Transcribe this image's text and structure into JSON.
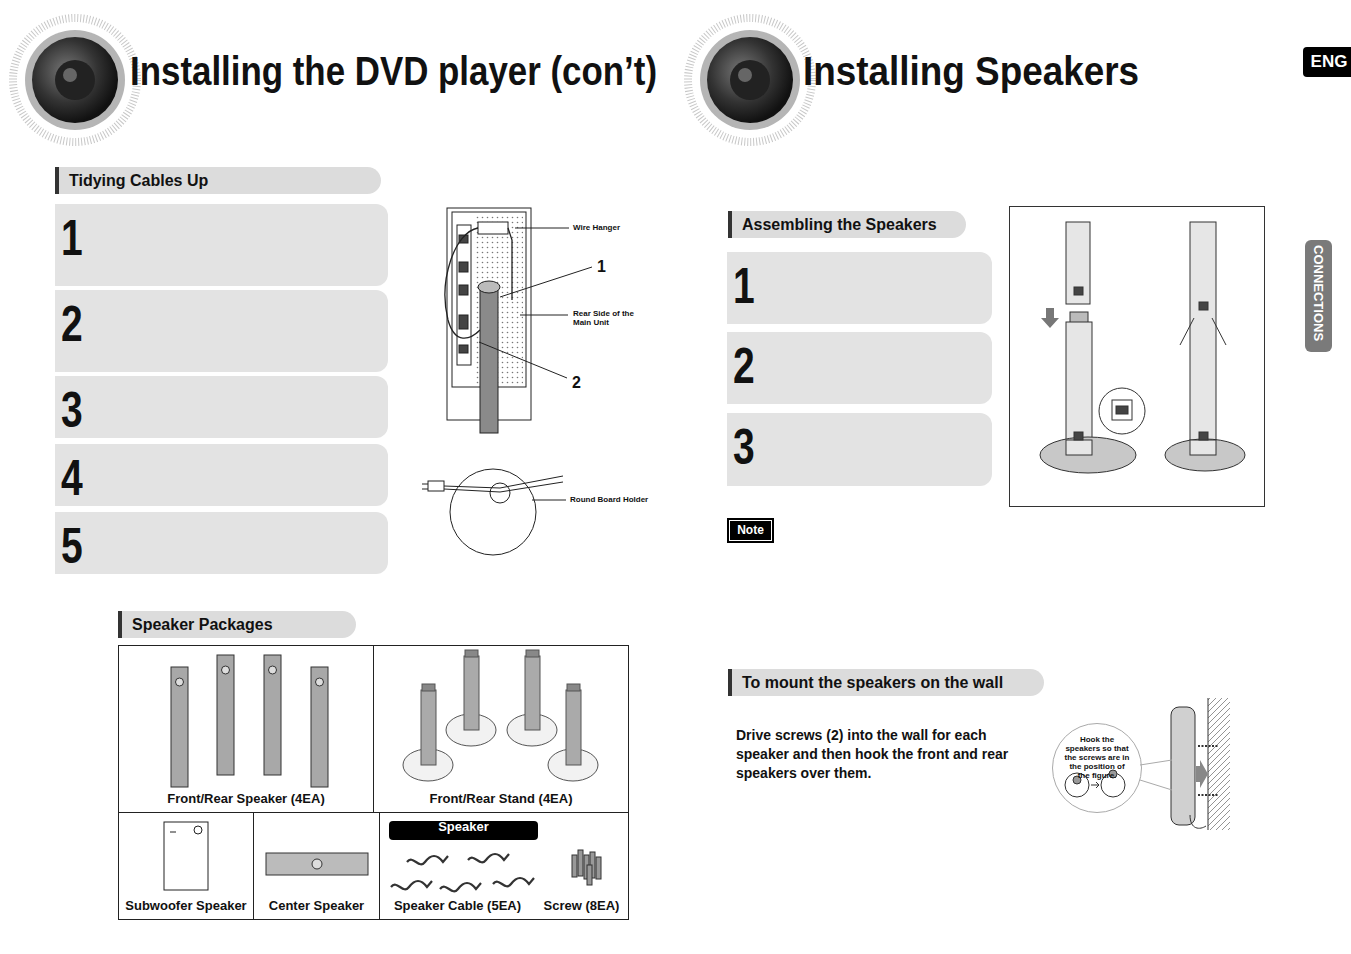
{
  "diagram": {
    "title": "Installing the DVD player (con’t)",
    "nodes": [
      {
        "text": [
          "Tidying Cables Up"
        ]
      },
      {
        "text": [
          "1"
        ]
      },
      {
        "text": [
          "2"
        ]
      },
      {
        "text": [
          "3"
        ]
      },
      {
        "text": [
          "4"
        ]
      },
      {
        "text": [
          "5"
        ]
      },
      {
        "text": [
          "Speaker Packages"
        ]
      },
      {
        "text": [
          "Front/Rear Speaker (4EA)"
        ]
      },
      {
        "text": [
          "Front/Rear Stand (4EA)"
        ]
      },
      {
        "text": [
          "Subwoofer Speaker"
        ]
      },
      {
        "text": [
          "Center Speaker"
        ]
      },
      {
        "text": [
          "Speaker Cable (5EA)"
        ]
      },
      {
        "text": [
          "Speaker"
        ],
        "in": 11
      },
      {
        "text": [
          "Screw (8EA)"
        ]
      },
      {
        "text": [
          "Assembling the Speakers"
        ]
      },
      {
        "text": [
          "1"
        ]
      },
      {
        "text": [
          "2"
        ]
      },
      {
        "text": [
          "3"
        ]
      },
      {
        "text": [
          "Note"
        ]
      },
      {
        "text": [
          "To mount the speakers on the wall"
        ]
      },
      {
        "text": [
          "Hook the speakers so that the screws are in the position of the figure."
        ]
      },
      {
        "text": [
          "ENG"
        ]
      },
      {
        "text": [
          "CONNECTIONS"
        ]
      }
    ],
    "labels": [
      "Installing Speakers",
      "Wire Hanger",
      "1",
      "Rear Side of the Main Unit",
      "2",
      "Round Board Holder",
      "Drive screws (2) into the wall for each speaker and then hook the front and rear speakers over them."
    ]
  }
}
